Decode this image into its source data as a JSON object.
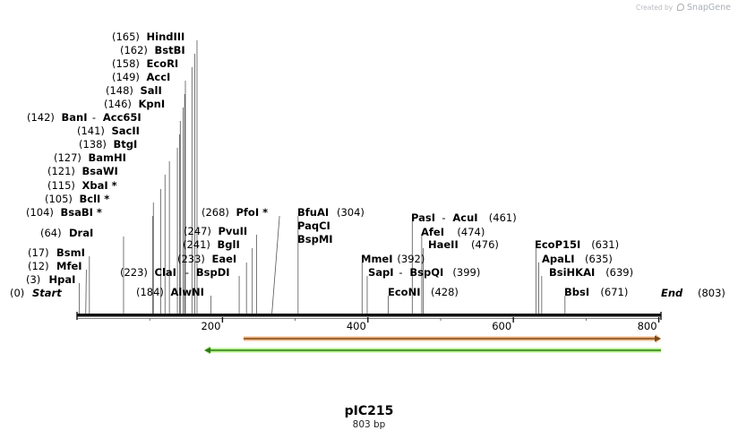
{
  "watermark": {
    "prefix": "Created by",
    "brand": "SnapGene"
  },
  "title": "pIC215",
  "subtitle": "803 bp",
  "map": {
    "length": 803,
    "ticks": [
      200,
      400,
      600,
      800
    ],
    "start_label": "Start",
    "start_pos": "(0)",
    "end_label": "End",
    "end_pos": "(803)",
    "features": [
      {
        "name": "orange-feature-arrow",
        "start": 229,
        "end": 803,
        "direction": "forward",
        "color": "#f2b98a",
        "border": "#7a4a18"
      },
      {
        "name": "green-feature-arrow",
        "start": 175,
        "end": 803,
        "direction": "reverse",
        "color": "#b6f08a",
        "border": "#2e7a17"
      }
    ],
    "sites": [
      {
        "names": [
          "HpaI"
        ],
        "position": 3,
        "label_pos": "(3)",
        "pos_side": "left"
      },
      {
        "names": [
          "MfeI"
        ],
        "position": 12,
        "label_pos": "(12)",
        "pos_side": "left"
      },
      {
        "names": [
          "BsmI"
        ],
        "position": 17,
        "label_pos": "(17)",
        "pos_side": "left"
      },
      {
        "names": [
          "DraI"
        ],
        "position": 64,
        "label_pos": "(64)",
        "pos_side": "left"
      },
      {
        "names": [
          "BsaBI *"
        ],
        "position": 104,
        "label_pos": "(104)",
        "pos_side": "left"
      },
      {
        "names": [
          "BclI *"
        ],
        "position": 105,
        "label_pos": "(105)",
        "pos_side": "left"
      },
      {
        "names": [
          "XbaI *"
        ],
        "position": 115,
        "label_pos": "(115)",
        "pos_side": "left"
      },
      {
        "names": [
          "BsaWI"
        ],
        "position": 121,
        "label_pos": "(121)",
        "pos_side": "left"
      },
      {
        "names": [
          "BamHI"
        ],
        "position": 127,
        "label_pos": "(127)",
        "pos_side": "left"
      },
      {
        "names": [
          "BtgI"
        ],
        "position": 138,
        "label_pos": "(138)",
        "pos_side": "left"
      },
      {
        "names": [
          "SacII"
        ],
        "position": 141,
        "label_pos": "(141)",
        "pos_side": "left"
      },
      {
        "names": [
          "BanI",
          "Acc65I"
        ],
        "position": 142,
        "label_pos": "(142)",
        "pos_side": "left"
      },
      {
        "names": [
          "KpnI"
        ],
        "position": 146,
        "label_pos": "(146)",
        "pos_side": "left"
      },
      {
        "names": [
          "SalI"
        ],
        "position": 148,
        "label_pos": "(148)",
        "pos_side": "left"
      },
      {
        "names": [
          "AccI"
        ],
        "position": 149,
        "label_pos": "(149)",
        "pos_side": "left"
      },
      {
        "names": [
          "EcoRI"
        ],
        "position": 158,
        "label_pos": "(158)",
        "pos_side": "left"
      },
      {
        "names": [
          "BstBI"
        ],
        "position": 162,
        "label_pos": "(162)",
        "pos_side": "left"
      },
      {
        "names": [
          "HindIII"
        ],
        "position": 165,
        "label_pos": "(165)",
        "pos_side": "left"
      },
      {
        "names": [
          "AlwNI"
        ],
        "position": 184,
        "label_pos": "(184)",
        "pos_side": "left"
      },
      {
        "names": [
          "ClaI",
          "BspDI"
        ],
        "position": 223,
        "label_pos": "(223)",
        "pos_side": "left"
      },
      {
        "names": [
          "EaeI"
        ],
        "position": 233,
        "label_pos": "(233)",
        "pos_side": "left"
      },
      {
        "names": [
          "BglI"
        ],
        "position": 241,
        "label_pos": "(241)",
        "pos_side": "left"
      },
      {
        "names": [
          "PvuII"
        ],
        "position": 247,
        "label_pos": "(247)",
        "pos_side": "left"
      },
      {
        "names": [
          "PfoI *"
        ],
        "position": 268,
        "label_pos": "(268)",
        "pos_side": "left"
      },
      {
        "names": [
          "BfuAI",
          "PaqCI",
          "BspMI"
        ],
        "position": 304,
        "label_pos": "(304)",
        "pos_side": "right",
        "stacked": true
      },
      {
        "names": [
          "MmeI"
        ],
        "position": 392,
        "label_pos": "(392)",
        "pos_side": "right"
      },
      {
        "names": [
          "SapI",
          "BspQI"
        ],
        "position": 399,
        "label_pos": "(399)",
        "pos_side": "right"
      },
      {
        "names": [
          "EcoNI"
        ],
        "position": 428,
        "label_pos": "(428)",
        "pos_side": "right"
      },
      {
        "names": [
          "PasI",
          "AcuI"
        ],
        "position": 461,
        "label_pos": "(461)",
        "pos_side": "right"
      },
      {
        "names": [
          "AfeI"
        ],
        "position": 474,
        "label_pos": "(474)",
        "pos_side": "right"
      },
      {
        "names": [
          "HaeII"
        ],
        "position": 476,
        "label_pos": "(476)",
        "pos_side": "right"
      },
      {
        "names": [
          "EcoP15I"
        ],
        "position": 631,
        "label_pos": "(631)",
        "pos_side": "right"
      },
      {
        "names": [
          "ApaLI"
        ],
        "position": 635,
        "label_pos": "(635)",
        "pos_side": "right"
      },
      {
        "names": [
          "BsiHKAI"
        ],
        "position": 639,
        "label_pos": "(639)",
        "pos_side": "right"
      },
      {
        "names": [
          "BbsI"
        ],
        "position": 671,
        "label_pos": "(671)",
        "pos_side": "right"
      }
    ]
  }
}
